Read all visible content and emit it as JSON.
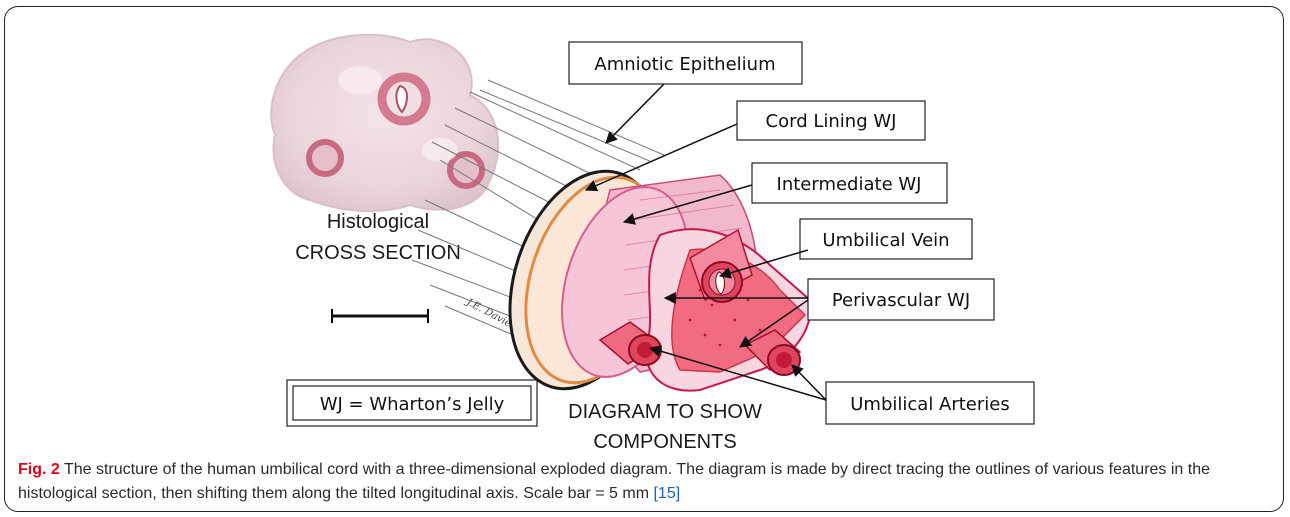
{
  "figure": {
    "histo_title_line1": "Histological",
    "histo_title_line2": "CROSS SECTION",
    "signature": "J.E. Davies",
    "labels": {
      "amniotic": "Amniotic Epithelium",
      "cord_lining": "Cord Lining WJ",
      "intermediate": "Intermediate WJ",
      "vein": "Umbilical Vein",
      "perivascular": "Perivascular WJ",
      "arteries": "Umbilical Arteries"
    },
    "legend": "WJ = Wharton’s Jelly",
    "diagram_title_line1": "DIAGRAM TO SHOW",
    "diagram_title_line2": "COMPONENTS"
  },
  "caption": {
    "label": "Fig. 2",
    "text": " The structure of the human umbilical cord with a three-dimensional exploded diagram. The diagram is made by direct tracing the outlines of various features in the histological section, then shifting them along the tilted longitudinal axis. Scale bar = 5 mm ",
    "ref": "[15]"
  }
}
